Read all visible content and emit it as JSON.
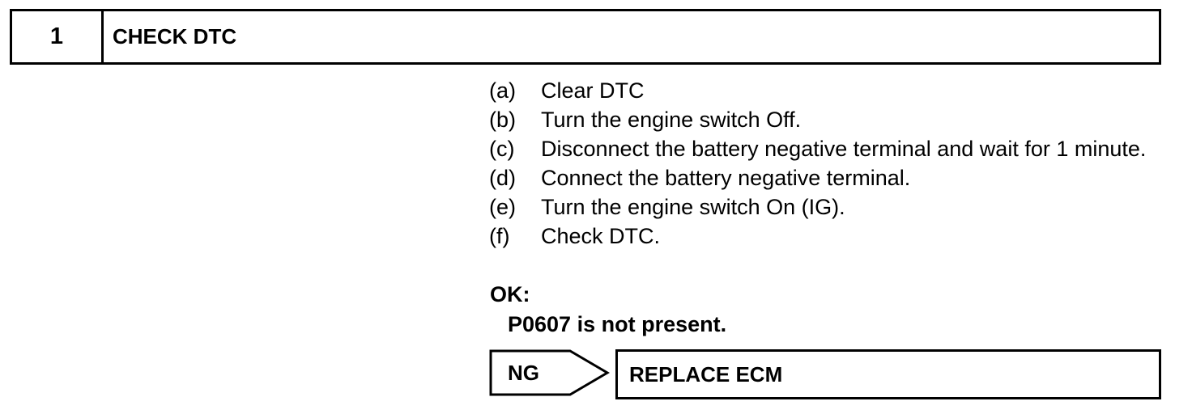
{
  "header": {
    "step_number": "1",
    "title": "CHECK DTC"
  },
  "procedure": {
    "steps": [
      {
        "letter": "(a)",
        "text": "Clear DTC"
      },
      {
        "letter": "(b)",
        "text": "Turn the engine switch Off."
      },
      {
        "letter": "(c)",
        "text": "Disconnect the battery negative terminal and wait for 1 minute."
      },
      {
        "letter": "(d)",
        "text": "Connect the battery negative terminal."
      },
      {
        "letter": "(e)",
        "text": "Turn the engine switch On (IG)."
      },
      {
        "letter": "(f)",
        "text": "Check DTC."
      }
    ]
  },
  "result": {
    "ok_label": "OK:",
    "ok_value": "P0607 is not present."
  },
  "branch": {
    "ng_label": "NG",
    "action": "REPLACE ECM"
  }
}
